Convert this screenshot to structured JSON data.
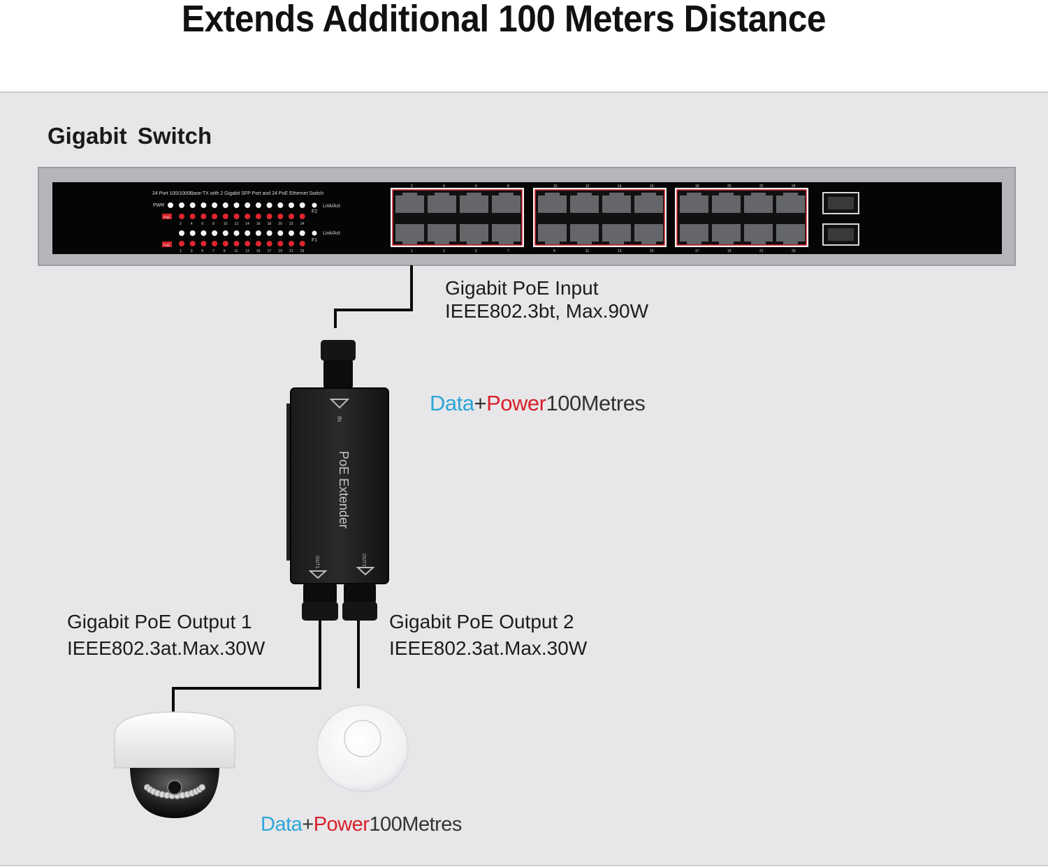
{
  "header": {
    "title": "Extends Additional 100 Meters Distance"
  },
  "switch": {
    "label": "Gigabit  Switch",
    "panel_caption": "24 Port 100/1000Base-TX with 2 Gigabit SFP Port and 24 PoE Ethernet Switch",
    "pwr": "PWR",
    "poe": "PoE",
    "link_act": "Link/Act",
    "sfp_top": "F2",
    "sfp_bottom": "F1",
    "top_led_numbers": [
      "2",
      "4",
      "6",
      "8",
      "10",
      "12",
      "14",
      "16",
      "18",
      "20",
      "22",
      "24"
    ],
    "bottom_led_numbers": [
      "1",
      "3",
      "5",
      "7",
      "9",
      "11",
      "13",
      "15",
      "17",
      "19",
      "21",
      "23"
    ],
    "top_port_numbers": [
      "2",
      "4",
      "6",
      "8",
      "10",
      "12",
      "14",
      "16",
      "18",
      "20",
      "22",
      "24"
    ],
    "bottom_port_numbers": [
      "1",
      "3",
      "5",
      "7",
      "9",
      "11",
      "13",
      "15",
      "17",
      "19",
      "21",
      "23"
    ]
  },
  "input": {
    "line1": "Gigabit PoE Input",
    "line2": "IEEE802.3bt, Max.90W"
  },
  "extender": {
    "label": "PoE Extender",
    "in_label": "IN",
    "out1_label": "OUT1",
    "out2_label": "OUT2"
  },
  "link_top": {
    "data": "Data",
    "plus": "+",
    "power": "Power",
    "distance": "100Metres"
  },
  "output1": {
    "line1": "Gigabit PoE Output 1",
    "line2": "IEEE802.3at.Max.30W"
  },
  "output2": {
    "line1": "Gigabit PoE Output 2",
    "line2": "IEEE802.3at.Max.30W"
  },
  "link_bottom": {
    "data": "Data",
    "plus": "+",
    "power": "Power",
    "distance": "100Metres"
  },
  "colors": {
    "data": "#2ea6d8",
    "power": "#d8202a",
    "panel": "#e7e7e9",
    "device": "#0b0b0b"
  }
}
